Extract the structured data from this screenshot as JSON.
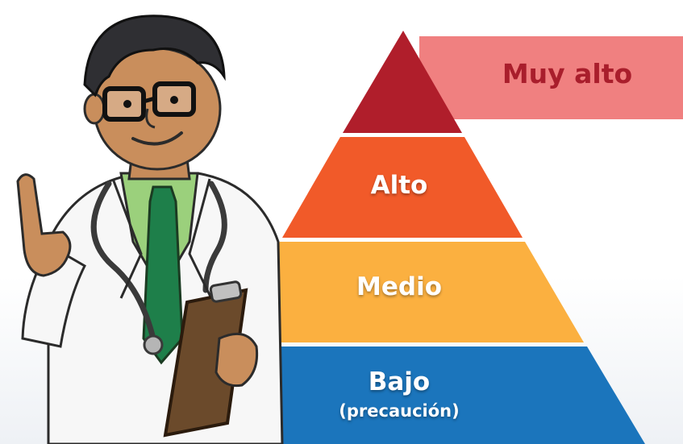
{
  "levels": [
    {
      "label": "Muy alto",
      "color": "#b01e2b",
      "tag_color": "#f08080",
      "text_color": "#a91e2c"
    },
    {
      "label": "Alto",
      "color": "#f15a29"
    },
    {
      "label": "Medio",
      "color": "#fbb040"
    },
    {
      "label": "Bajo",
      "sublabel": "(precaución)",
      "color": "#1b75bc"
    }
  ],
  "illustration": {
    "subject": "doctor-character",
    "icon": "doctor-with-clipboard-and-stethoscope"
  }
}
